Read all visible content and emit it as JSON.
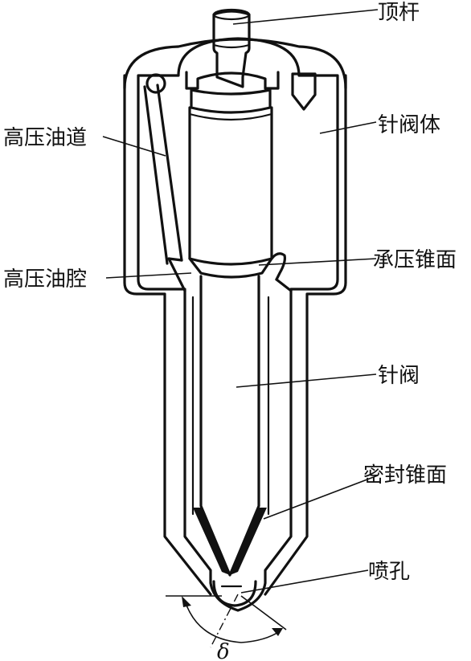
{
  "labels": {
    "push_rod": "顶杆",
    "valve_body": "针阀体",
    "hp_passage": "高压油道",
    "pressure_cone": "承压锥面",
    "hp_chamber": "高压油腔",
    "needle_valve": "针阀",
    "seal_cone": "密封锥面",
    "nozzle_hole": "喷孔",
    "spray_angle": "δ"
  }
}
